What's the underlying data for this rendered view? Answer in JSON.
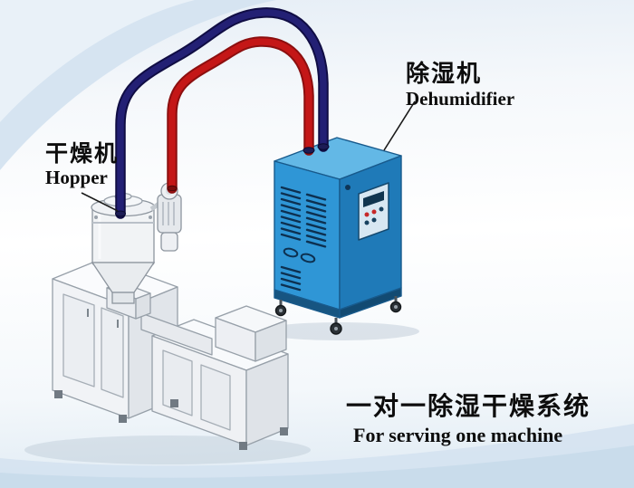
{
  "labels": {
    "hopper": {
      "zh": "干燥机",
      "en": "Hopper"
    },
    "dehumidifier": {
      "zh": "除湿机",
      "en": "Dehumidifier"
    },
    "caption": {
      "zh": "一对一除湿干燥系统",
      "en": "For serving one machine"
    }
  },
  "colors": {
    "pipe_red": "#c41717",
    "pipe_red_dark": "#8c0f0f",
    "pipe_blue": "#232074",
    "pipe_blue_dark": "#100d44",
    "cabinet_front": "#2f96d6",
    "cabinet_side": "#1f7ab8",
    "cabinet_top": "#63b8e6",
    "machine_body": "#f1f3f6"
  }
}
